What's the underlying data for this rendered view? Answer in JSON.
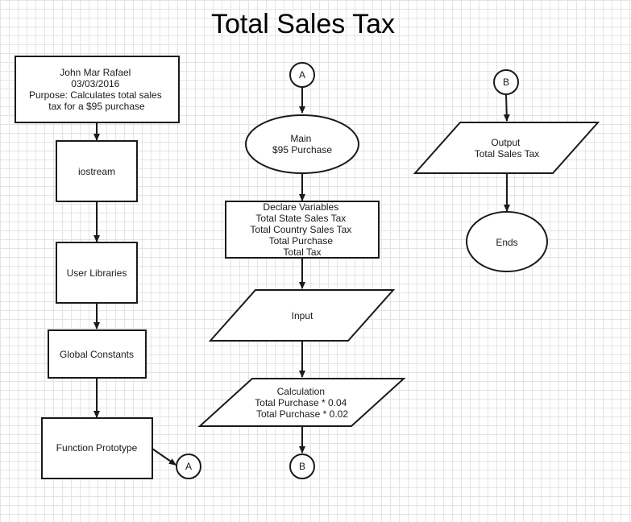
{
  "title": "Total Sales Tax",
  "nodes": {
    "header": [
      "John Mar Rafael",
      "03/03/2016",
      "Purpose: Calculates total sales",
      "tax for a $95 purchase"
    ],
    "iostream": "iostream",
    "user_libraries": "User Libraries",
    "global_constants": "Global Constants",
    "function_prototype": "Function Prototype",
    "connector_a_left": "A",
    "connector_a_top": "A",
    "main": [
      "Main",
      "$95 Purchase"
    ],
    "declare_variables": [
      "Declare Variables",
      "Total State Sales Tax",
      "Total Country Sales Tax",
      "Total Purchase",
      "Total Tax"
    ],
    "input": "Input",
    "calculation": [
      "Calculation",
      "Total Purchase * 0.04",
      "Total Purchase * 0.02"
    ],
    "connector_b_bottom": "B",
    "connector_b_top": "B",
    "output": [
      "Output",
      "Total Sales Tax"
    ],
    "ends": "Ends"
  }
}
